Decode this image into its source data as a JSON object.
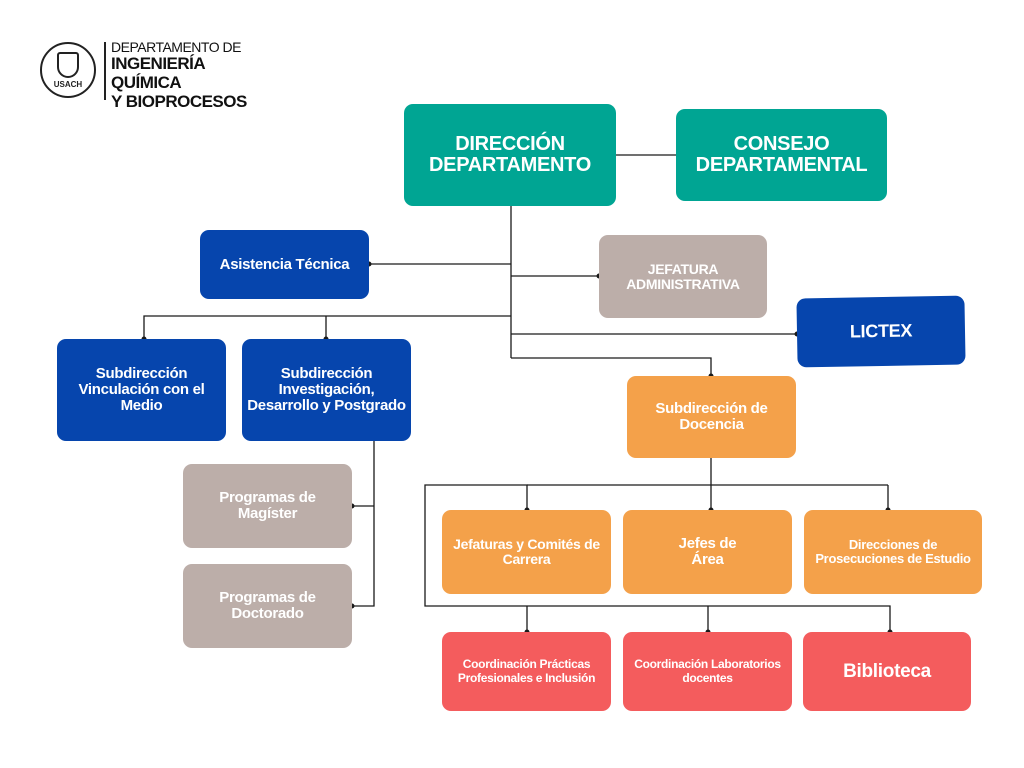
{
  "header": {
    "logo_seal_text": "USACH",
    "line1": "DEPARTAMENTO DE",
    "line2": "INGENIERÍA QUÍMICA",
    "line3": "Y BIOPROCESOS"
  },
  "nodes": {
    "direccion": "DIRECCIÓN\nDEPARTAMENTO",
    "consejo": "CONSEJO\nDEPARTAMENTAL",
    "asistencia": "Asistencia Técnica",
    "jefatura_admin": "JEFATURA\nADMINISTRATIVA",
    "lictex": "LICTEX",
    "sub_vinculacion": "Subdirección\nVinculación con el\nMedio",
    "sub_investigacion": "Subdirección\nInvestigación,\nDesarrollo y Postgrado",
    "sub_docencia": "Subdirección de\nDocencia",
    "prog_magister": "Programas de\nMagíster",
    "prog_doctorado": "Programas de\nDoctorado",
    "jefaturas_carrera": "Jefaturas y Comités de\nCarrera",
    "jefes_area": "Jefes de\nÁrea",
    "direcciones_prosecuciones": "Direcciones de\nProsecuciones de Estudio",
    "coord_practicas": "Coordinación Prácticas\nProfesionales e Inclusión",
    "coord_laboratorios": "Coordinación Laboratorios\ndocentes",
    "biblioteca": "Biblioteca"
  },
  "colors": {
    "teal": "#00a593",
    "blue": "#0645ad",
    "gray": "#bcaea9",
    "orange": "#f4a14a",
    "red": "#f45c5d",
    "line": "#1a1a1a"
  }
}
